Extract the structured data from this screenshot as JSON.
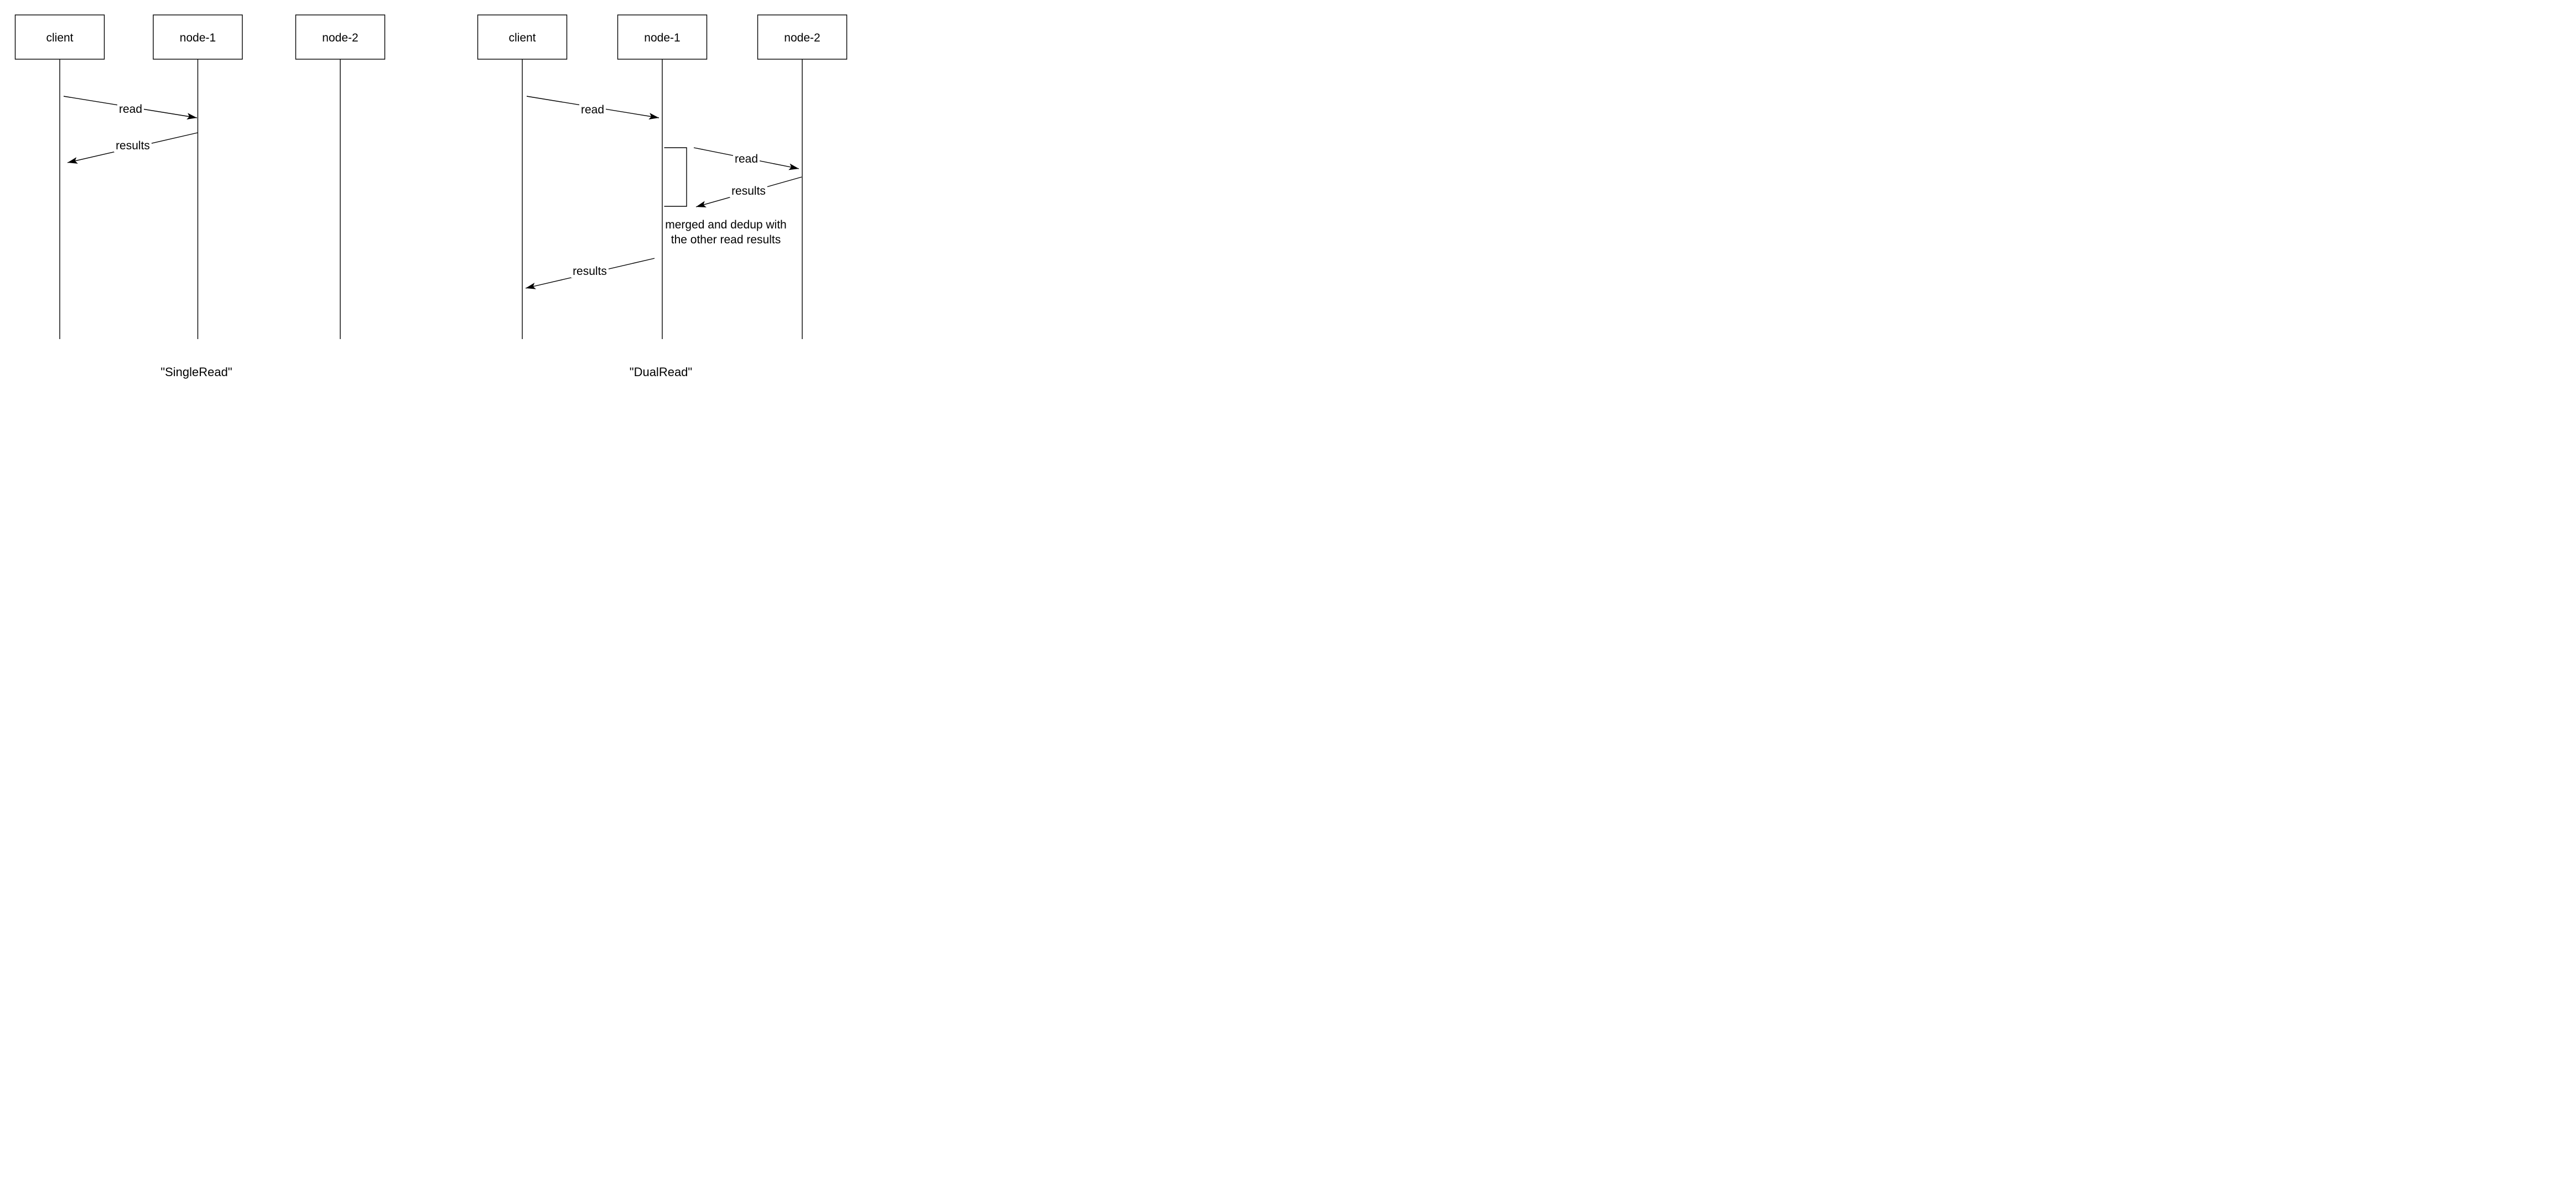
{
  "colors": {
    "background": "#ffffff",
    "ink": "#000000"
  },
  "diagrams": [
    {
      "id": "single-read",
      "caption": "\"SingleRead\"",
      "actors": [
        "client",
        "node-1",
        "node-2"
      ],
      "messages": [
        {
          "label": "read",
          "from": "client",
          "to": "node-1"
        },
        {
          "label": "results",
          "from": "node-1",
          "to": "client"
        }
      ]
    },
    {
      "id": "dual-read",
      "caption": "\"DualRead\"",
      "actors": [
        "client",
        "node-1",
        "node-2"
      ],
      "messages": [
        {
          "label": "read",
          "from": "client",
          "to": "node-1"
        },
        {
          "label": "read",
          "from": "node-1",
          "to": "node-2"
        },
        {
          "label": "results",
          "from": "node-2",
          "to": "node-1"
        },
        {
          "label": "results",
          "from": "node-1",
          "to": "client"
        }
      ],
      "note": {
        "line1": "merged and dedup with",
        "line2": "the other read results"
      }
    }
  ]
}
